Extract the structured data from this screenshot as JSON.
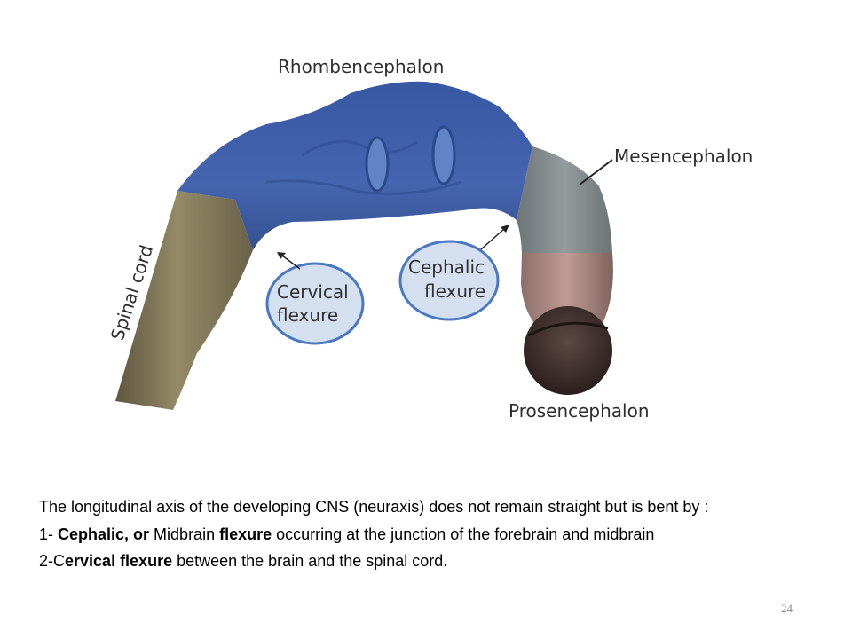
{
  "labels": {
    "rhombencephalon": "Rhombencephalon",
    "mesencephalon": "Mesencephalon",
    "prosencephalon": "Prosencephalon",
    "spinal_cord": "Spinal cord",
    "cervical_line1": "Cervical",
    "cervical_line2": "flexure",
    "cephalic_line1": "Cephalic",
    "cephalic_line2": "flexure"
  },
  "colors": {
    "rhombencephalon": "#3f60aa",
    "mesencephalon": "#8a9194",
    "prosencephalon": "#b7958d",
    "spinal_cord": "#8a7f60",
    "callout_fill": "#d4dff0",
    "callout_stroke": "#4a78c2"
  },
  "text": {
    "intro": "The longitudinal axis of the developing CNS (neuraxis) does not remain straight but is bent by :",
    "p1_a": "1- ",
    "p1_b": "Cephalic, or",
    "p1_c": " Midbrain ",
    "p1_d": "flexure",
    "p1_e": " occurring at the junction of the  forebrain and midbrain",
    "p2_a": "2-C",
    "p2_b": "ervical flexure",
    "p2_c": " between the brain and the spinal cord."
  },
  "page_number": "24"
}
